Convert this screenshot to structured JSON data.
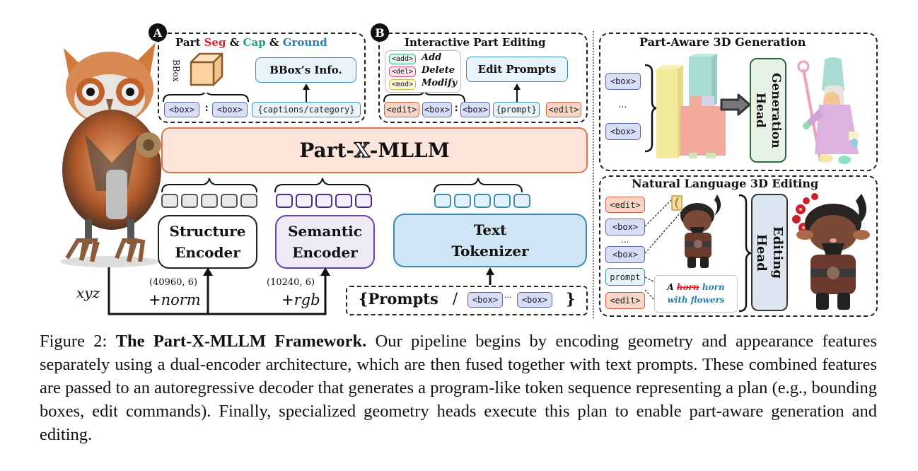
{
  "figure": {
    "panel_a": {
      "badge": "A",
      "title_parts": [
        {
          "text": "Part ",
          "color": "#111111"
        },
        {
          "text": "Seg",
          "color": "#d6232f"
        },
        {
          "text": " & ",
          "color": "#111111"
        },
        {
          "text": "Cap",
          "color": "#22a36a"
        },
        {
          "text": " & ",
          "color": "#111111"
        },
        {
          "text": "Ground",
          "color": "#2a7fb4"
        }
      ],
      "bbox_label": "BBox",
      "info_box": "BBox’s Info.",
      "tokens": [
        "<box>",
        ":",
        "<box>",
        "{captions/category}"
      ]
    },
    "panel_b": {
      "badge": "B",
      "title": "Interactive Part Editing",
      "ops": [
        {
          "token": "<add>",
          "label": "Add"
        },
        {
          "token": "<del>",
          "label": "Delete"
        },
        {
          "token": "<mod>",
          "label": "Modify"
        }
      ],
      "edit_prompts_box": "Edit Prompts",
      "tokens": [
        "<edit>",
        "<box>",
        ":",
        "<box>",
        "{prompt}",
        "<edit>"
      ]
    },
    "mllm": {
      "prefix": "Part-",
      "x": "X",
      "suffix": "-MLLM"
    },
    "encoders": {
      "structure": {
        "line1": "Structure",
        "line2": "Encoder",
        "shape": "(40960, 6)",
        "feature": "+norm"
      },
      "semantic": {
        "line1": "Semantic",
        "line2": "Encoder",
        "shape": "(10240, 6)",
        "feature": "+rgb"
      },
      "text": {
        "line1": "Text",
        "line2": "Tokenizer"
      },
      "input_label": "xyz"
    },
    "prompts_input": {
      "open": "{Prompts",
      "slash": "/",
      "tokens": [
        "<box>",
        "···",
        "<box>"
      ],
      "close": "}"
    },
    "generation_panel": {
      "title": "Part-Aware 3D Generation",
      "tokens": [
        "<box>",
        "...",
        "<box>"
      ],
      "head": "Generation Head",
      "head_line1": "Generation",
      "head_line2": "Head"
    },
    "editing_panel": {
      "title": "Natural Language 3D Editing",
      "tokens": [
        "<edit>",
        "<box>",
        "...",
        "<box>",
        "prompt",
        "<edit>"
      ],
      "prompt_text": {
        "word1": "A",
        "struck": "horn",
        "replacement": "horn",
        "line2": "with flowers"
      },
      "head_line1": "Editing",
      "head_line2": "Head"
    },
    "colors": {
      "mllm_fill": "#fde5dc",
      "mllm_border": "#e0714a",
      "structure_cells": "#555555",
      "semantic_cells": "#4b2a91",
      "text_cells": "#3c8bb6",
      "text_tokenizer_fill": "#cfe6f7",
      "semantic_fill": "#efeaf8",
      "generation_head_border": "#2f6b3a",
      "editing_head_fill": "#dde6f0"
    }
  },
  "caption": {
    "label": "Figure 2:",
    "bold_title": "The Part-X-MLLM Framework.",
    "body": "Our pipeline begins by encoding geometry and appearance features separately using a dual-encoder architecture, which are then fused together with text prompts.  These combined features are passed to an autoregressive decoder that generates a program-like token sequence representing a plan (e.g., bounding boxes, edit commands). Finally, specialized geometry heads execute this plan to enable part-aware generation and editing."
  }
}
